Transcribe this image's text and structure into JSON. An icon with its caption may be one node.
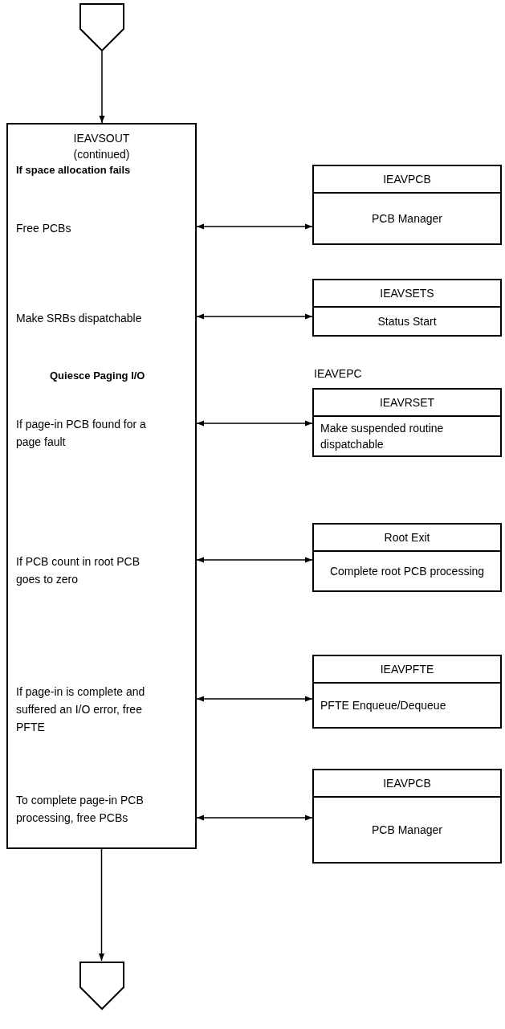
{
  "diagram": {
    "nodes": [
      {
        "text": [],
        "shape": "pentagon"
      },
      {
        "text": [
          "IEAVSOUT",
          "(continued)",
          "If space allocation fails",
          "Free PCBs",
          "Make SRBs dispatchable",
          "Quiesce Paging I/O",
          "If page-in PCB found for a page fault",
          "If PCB count in root PCB goes to zero",
          "If page-in is complete and suffered an I/O error, free PFTE",
          "To complete page-in PCB processing, free PCBs"
        ]
      },
      {
        "text": [
          "IEAVPCB",
          "PCB Manager"
        ]
      },
      {
        "text": [
          "IEAVSETS",
          "Status Start"
        ]
      },
      {
        "text": [
          "IEAVRSET",
          "Make suspended routine dispatchable"
        ],
        "beside": [
          "IEAVEPC"
        ]
      },
      {
        "text": [
          "Root Exit",
          "Complete root PCB processing"
        ]
      },
      {
        "text": [
          "IEAVPFTE",
          "PFTE Enqueue/Dequeue"
        ]
      },
      {
        "text": [
          "IEAVPCB",
          "PCB Manager"
        ]
      },
      {
        "text": [],
        "shape": "pentagon"
      }
    ],
    "edges": [
      {
        "from": 0,
        "to": 1,
        "arrow": "to"
      },
      {
        "from": 1,
        "to": 2,
        "arrow": "both"
      },
      {
        "from": 1,
        "to": 3,
        "arrow": "both"
      },
      {
        "from": 1,
        "to": 4,
        "arrow": "both"
      },
      {
        "from": 1,
        "to": 5,
        "arrow": "both"
      },
      {
        "from": 1,
        "to": 6,
        "arrow": "both"
      },
      {
        "from": 1,
        "to": 7,
        "arrow": "both"
      },
      {
        "from": 1,
        "to": 8,
        "arrow": "to"
      }
    ]
  }
}
